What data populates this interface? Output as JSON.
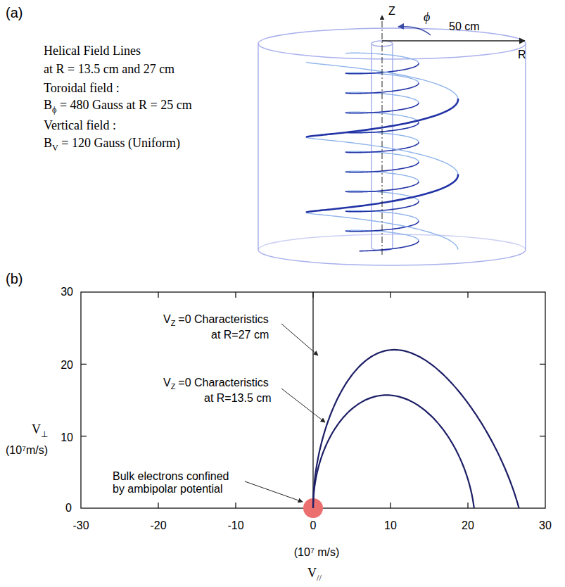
{
  "diagram": {
    "labels": [
      "(a)",
      "Helical Field Lines",
      "at R = 13.5 cm and 27 cm",
      "Toroidal field :",
      "B",
      "ϕ",
      "= 480 Gauss at R = 25 cm",
      "Vertical field :",
      "B",
      "V",
      "= 120 Gauss (Uniform)",
      "Z",
      "ϕ",
      "50 cm",
      "R",
      "(b)",
      "30",
      "20",
      "10",
      "0",
      "V",
      "⊥",
      "(10⁷m/s)",
      "V",
      "Z",
      "=0 Characteristics",
      "at R=27 cm",
      "V",
      "Z",
      "=0 Characteristics",
      "at R=13.5 cm",
      "Bulk electrons confined by ambipolar potential",
      "-30",
      "-20",
      "-10",
      "0",
      "10",
      "20",
      "30",
      "(10⁷ m/s)",
      "V",
      "//"
    ]
  }
}
